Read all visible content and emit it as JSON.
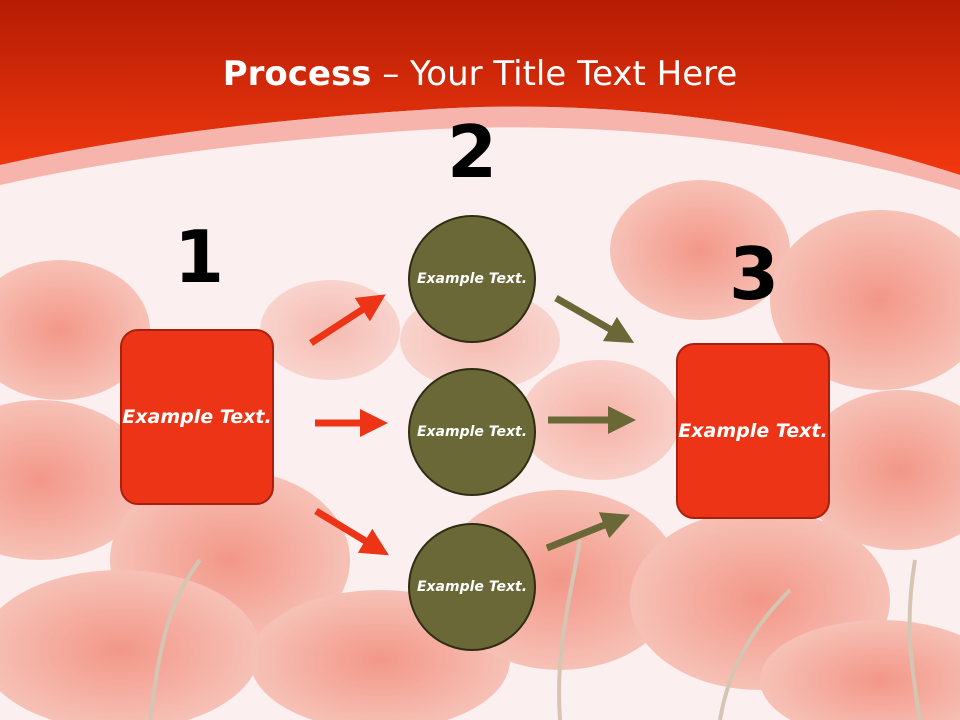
{
  "slide": {
    "title_bold": "Process",
    "title_rest": " – Your Title Text Here"
  },
  "steps": [
    {
      "number": "1",
      "text": "Example Text."
    },
    {
      "number": "2",
      "text": ""
    },
    {
      "number": "3",
      "text": "Example Text."
    }
  ],
  "circles": [
    {
      "text": "Example Text."
    },
    {
      "text": "Example Text."
    },
    {
      "text": "Example Text."
    }
  ],
  "colors": {
    "header_red": "#e8320f",
    "box_red": "#ee3417",
    "circle_olive": "#6b6838",
    "arrow_red": "#ee3417",
    "arrow_olive": "#6b6838"
  }
}
